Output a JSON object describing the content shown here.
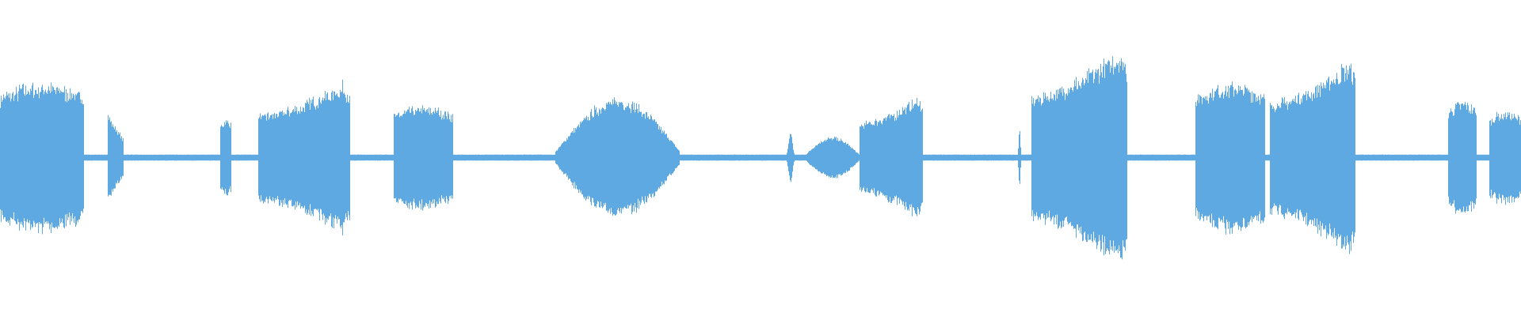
{
  "waveform": {
    "color": "#5ea9e2",
    "background": "#ffffff",
    "baseline_amplitude": 0.02,
    "segments": [
      {
        "start": 0.0,
        "end": 0.055,
        "peak": 0.58,
        "shape": "block"
      },
      {
        "start": 0.071,
        "end": 0.081,
        "peak": 0.34,
        "shape": "decay"
      },
      {
        "start": 0.145,
        "end": 0.152,
        "peak": 0.3,
        "shape": "block"
      },
      {
        "start": 0.17,
        "end": 0.23,
        "peak": 0.62,
        "shape": "rise"
      },
      {
        "start": 0.259,
        "end": 0.298,
        "peak": 0.4,
        "shape": "block"
      },
      {
        "start": 0.365,
        "end": 0.447,
        "peak": 0.46,
        "shape": "dome"
      },
      {
        "start": 0.515,
        "end": 0.524,
        "peak": 0.2,
        "shape": "spike"
      },
      {
        "start": 0.529,
        "end": 0.565,
        "peak": 0.16,
        "shape": "dome"
      },
      {
        "start": 0.565,
        "end": 0.607,
        "peak": 0.5,
        "shape": "rise"
      },
      {
        "start": 0.668,
        "end": 0.672,
        "peak": 0.24,
        "shape": "spike"
      },
      {
        "start": 0.678,
        "end": 0.741,
        "peak": 0.9,
        "shape": "rise"
      },
      {
        "start": 0.786,
        "end": 0.832,
        "peak": 0.58,
        "shape": "block"
      },
      {
        "start": 0.835,
        "end": 0.891,
        "peak": 0.8,
        "shape": "rise"
      },
      {
        "start": 0.952,
        "end": 0.971,
        "peak": 0.44,
        "shape": "block"
      },
      {
        "start": 0.979,
        "end": 1.0,
        "peak": 0.36,
        "shape": "block"
      }
    ]
  }
}
